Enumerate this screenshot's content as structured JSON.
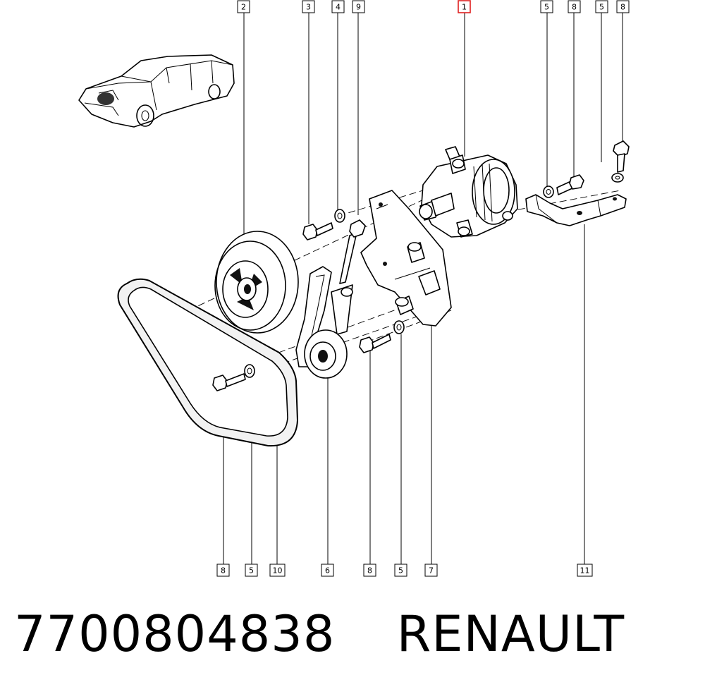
{
  "callouts": {
    "top": [
      "2",
      "3",
      "4",
      "9",
      "1",
      "5",
      "8",
      "5",
      "8"
    ],
    "bottom": [
      "8",
      "5",
      "10",
      "6",
      "8",
      "5",
      "7",
      "11"
    ]
  },
  "highlighted_callout": "1",
  "footer": {
    "part_number": "7700804838",
    "brand": "RENAULT"
  }
}
